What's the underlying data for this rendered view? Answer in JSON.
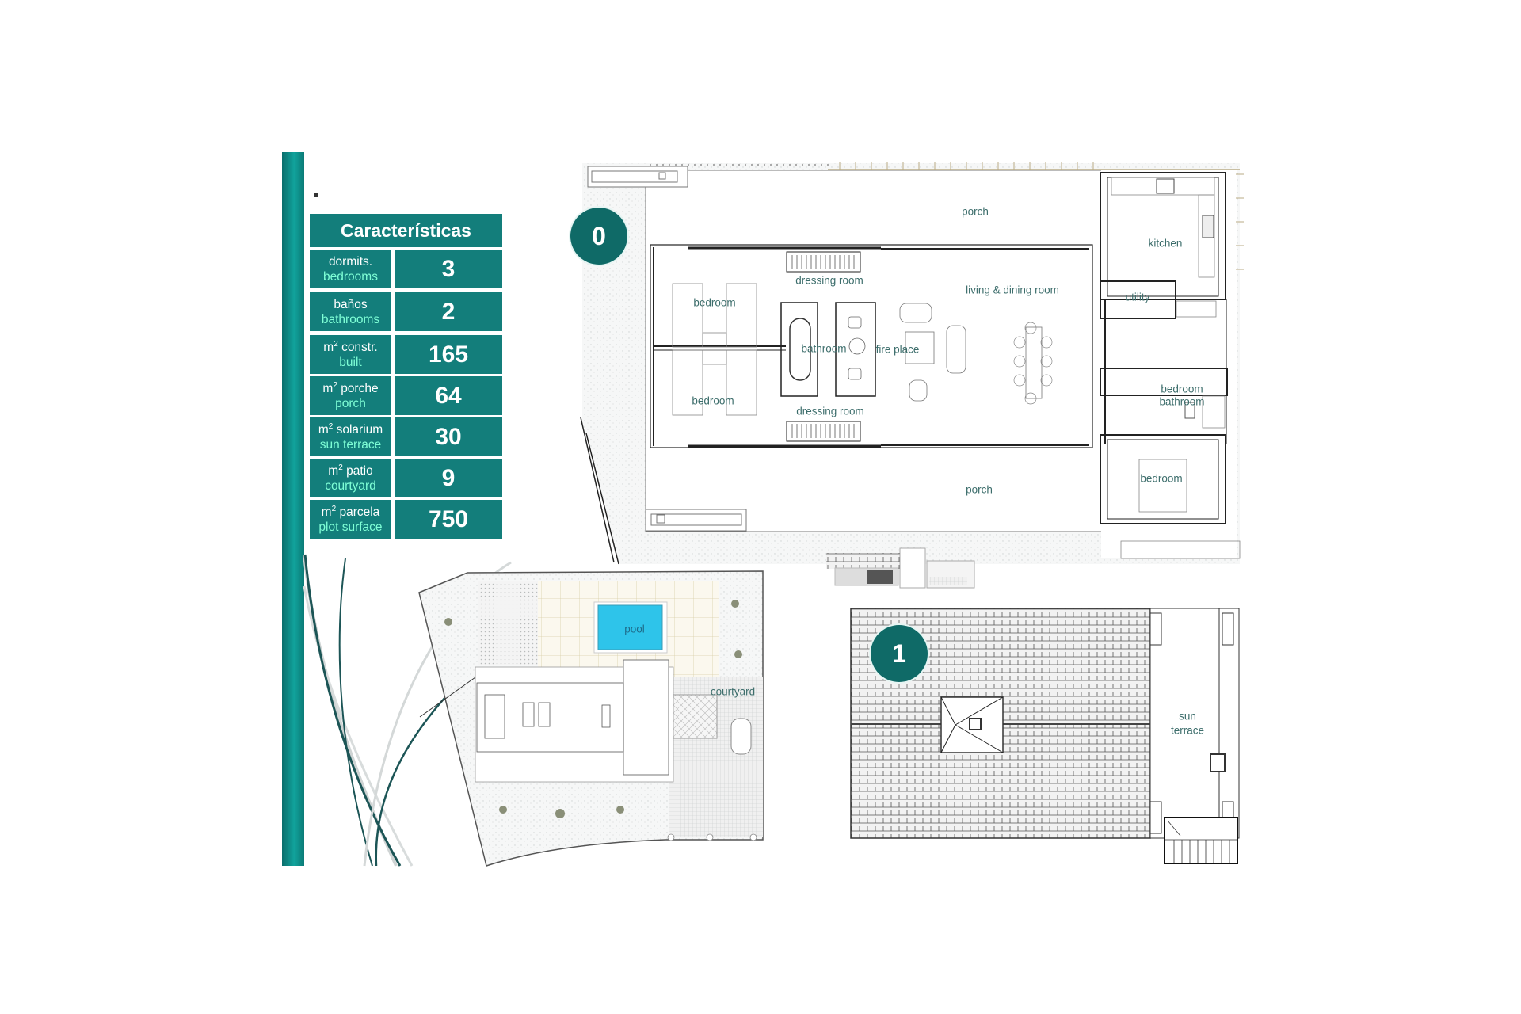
{
  "table": {
    "title": "Características",
    "rows": [
      {
        "es": "dormits.",
        "en": "bedrooms",
        "value": "3",
        "sq": false
      },
      {
        "es": "baños",
        "en": "bathrooms",
        "value": "2",
        "sq": false
      },
      {
        "es": "constr.",
        "en": "built",
        "value": "165",
        "sq": true
      },
      {
        "es": "porche",
        "en": "porch",
        "value": "64",
        "sq": true
      },
      {
        "es": "solarium",
        "en": "sun terrace",
        "value": "30",
        "sq": true
      },
      {
        "es": "patio",
        "en": "courtyard",
        "value": "9",
        "sq": true
      },
      {
        "es": "parcela",
        "en": "plot surface",
        "value": "750",
        "sq": true
      }
    ],
    "unit_prefix": "m",
    "unit_sup": "2"
  },
  "ground_floor": {
    "level": "0",
    "labels": {
      "porch_top": "porch",
      "porch_bottom": "porch",
      "kitchen": "kitchen",
      "utility": "utility",
      "living": "living & dining room",
      "dressing_top": "dressing room",
      "dressing_bottom": "dressing room",
      "bedroom_1": "bedroom",
      "bedroom_2": "bedroom",
      "bathroom": "bathroom",
      "fireplace": "fire place",
      "bedroom_bath_1": "bedroom",
      "bedroom_bath_2": "bathroom",
      "bedroom_3": "bedroom"
    }
  },
  "site_plan": {
    "pool": "pool",
    "courtyard": "courtyard"
  },
  "first_floor": {
    "level": "1",
    "sun_terrace_1": "sun",
    "sun_terrace_2": "terrace"
  },
  "colors": {
    "teal": "#137e7b",
    "teal_dark": "#0f6a67",
    "label": "#3c6d6b",
    "pool": "#2ec4ea"
  }
}
